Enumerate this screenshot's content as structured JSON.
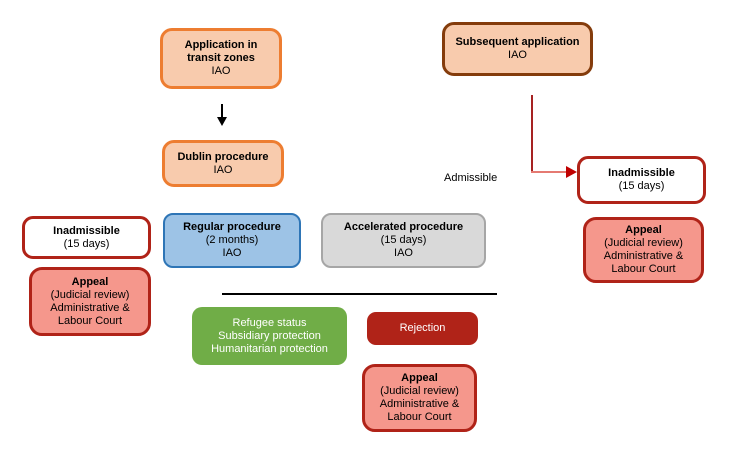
{
  "colors": {
    "orange_fill": "#F8CBAD",
    "orange_border": "#ED7D31",
    "brown_border": "#843C0C",
    "dark_red": "#B02318",
    "salmon_fill": "#F5978C",
    "blue_fill": "#9DC3E6",
    "blue_border": "#2E75B6",
    "gray_fill": "#D9D9D9",
    "gray_border": "#A6A6A6",
    "green_fill": "#70AD47",
    "connector_red": "#C00000",
    "connector_black": "#000000"
  },
  "nodes": {
    "transit": {
      "title": "Application in transit zones",
      "org": "IAO"
    },
    "subsequent": {
      "title": "Subsequent application",
      "org": "IAO"
    },
    "dublin": {
      "title": "Dublin procedure",
      "org": "IAO"
    },
    "admissible_label": "Admissible",
    "inadmissible_left": {
      "title": "Inadmissible",
      "duration": "(15 days)"
    },
    "inadmissible_right": {
      "title": "Inadmissible",
      "duration": "(15 days)"
    },
    "regular": {
      "title": "Regular procedure",
      "duration": "(2 months)",
      "org": "IAO"
    },
    "accelerated": {
      "title": "Accelerated procedure",
      "duration": "(15 days)",
      "org": "IAO"
    },
    "appeal_left": {
      "title": "Appeal",
      "lines": [
        "(Judicial review)",
        "Administrative &",
        "Labour Court"
      ]
    },
    "appeal_right": {
      "title": "Appeal",
      "lines": [
        "(Judicial review)",
        "Administrative &",
        "Labour Court"
      ]
    },
    "appeal_bottom": {
      "title": "Appeal",
      "lines": [
        "(Judicial review)",
        "Administrative &",
        "Labour Court"
      ]
    },
    "outcomes_positive": {
      "lines": [
        "Refugee status",
        "Subsidiary protection",
        "Humanitarian protection"
      ]
    },
    "rejection": {
      "title": "Rejection"
    }
  }
}
